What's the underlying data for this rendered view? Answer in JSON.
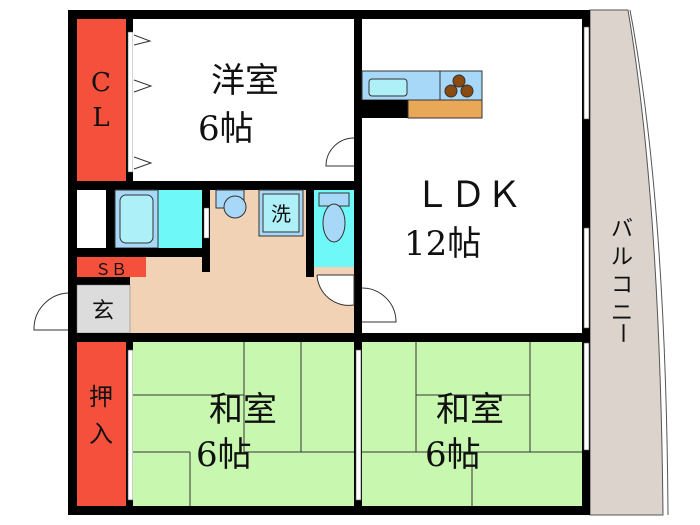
{
  "rooms": {
    "closet": {
      "label_1": "C",
      "label_2": "L"
    },
    "western_room": {
      "name": "洋室",
      "size": "6帖"
    },
    "ldk": {
      "name": "ＬＤＫ",
      "size": "12帖"
    },
    "washer": {
      "label": "洗"
    },
    "shoe_box": {
      "label": "ＳＢ"
    },
    "entrance": {
      "label": "玄"
    },
    "oshiire": {
      "label_1": "押",
      "label_2": "入"
    },
    "japanese_room_left": {
      "name": "和室",
      "size": "6帖"
    },
    "japanese_room_right": {
      "name": "和室",
      "size": "6帖"
    },
    "balcony": {
      "chars": [
        "バ",
        "ル",
        "コ",
        "ニ",
        "ー"
      ]
    }
  },
  "colors": {
    "wall": "#000000",
    "storage": "#f4503c",
    "tatami": "#c8f8b0",
    "floor": "#f2d2b4",
    "wet_area": "#6ff8f8",
    "fixture": "#a8d8f8",
    "balcony": "#dcd3cc",
    "entrance": "#dcdcdc",
    "counter": "#e8a858"
  }
}
